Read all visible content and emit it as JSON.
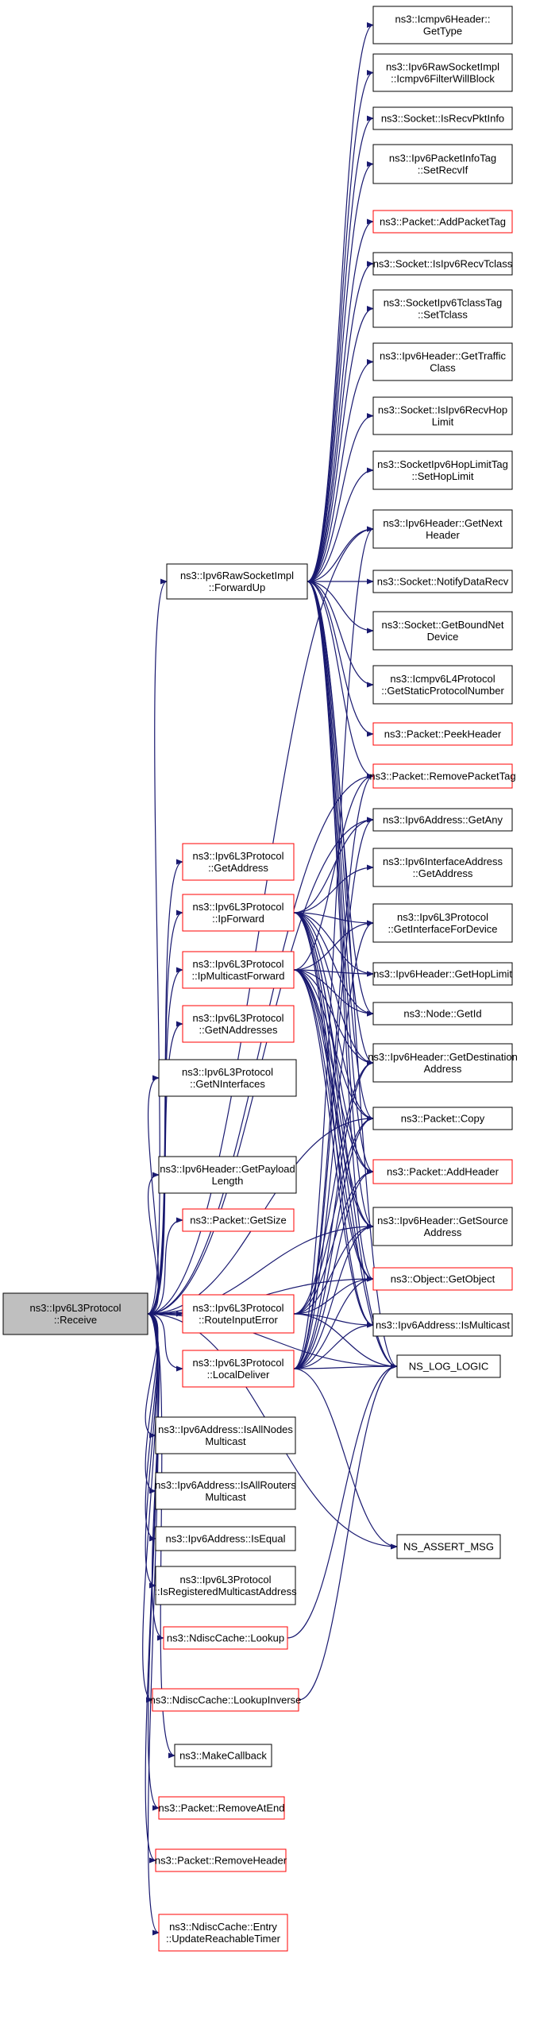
{
  "colors": {
    "edge": "#191970",
    "border_default": "#000000",
    "border_incomplete": "#ff0000",
    "fill_default": "#ffffff",
    "fill_root": "#bfbfbf"
  },
  "nodes": [
    {
      "id": "root",
      "lines": [
        "ns3::Ipv6L3Protocol",
        "::Receive"
      ],
      "style": "root"
    },
    {
      "id": "rsi_fwd",
      "lines": [
        "ns3::Ipv6RawSocketImpl",
        "::ForwardUp"
      ],
      "style": "normal"
    },
    {
      "id": "icmp_gettype",
      "lines": [
        "ns3::Icmpv6Header::",
        "GetType"
      ],
      "style": "normal"
    },
    {
      "id": "rsi_filter",
      "lines": [
        "ns3::Ipv6RawSocketImpl",
        "::Icmpv6FilterWillBlock"
      ],
      "style": "normal"
    },
    {
      "id": "sock_isrecvpktinfo",
      "lines": [
        "ns3::Socket::IsRecvPktInfo"
      ],
      "style": "normal"
    },
    {
      "id": "pktinfotag_setrecvif",
      "lines": [
        "ns3::Ipv6PacketInfoTag",
        "::SetRecvIf"
      ],
      "style": "normal"
    },
    {
      "id": "pkt_addtag",
      "lines": [
        "ns3::Packet::AddPacketTag"
      ],
      "style": "incomplete"
    },
    {
      "id": "sock_isrecvtclass",
      "lines": [
        "ns3::Socket::IsIpv6RecvTclass"
      ],
      "style": "normal"
    },
    {
      "id": "tclasstag_set",
      "lines": [
        "ns3::SocketIpv6TclassTag",
        "::SetTclass"
      ],
      "style": "normal"
    },
    {
      "id": "ipv6h_gettraffic",
      "lines": [
        "ns3::Ipv6Header::GetTraffic",
        "Class"
      ],
      "style": "normal"
    },
    {
      "id": "sock_isrecvhoplimit",
      "lines": [
        "ns3::Socket::IsIpv6RecvHop",
        "Limit"
      ],
      "style": "normal"
    },
    {
      "id": "hoplimittag_set",
      "lines": [
        "ns3::SocketIpv6HopLimitTag",
        "::SetHopLimit"
      ],
      "style": "normal"
    },
    {
      "id": "ipv6h_getnext",
      "lines": [
        "ns3::Ipv6Header::GetNext",
        "Header"
      ],
      "style": "normal"
    },
    {
      "id": "sock_notify",
      "lines": [
        "ns3::Socket::NotifyDataRecv"
      ],
      "style": "normal"
    },
    {
      "id": "sock_getbound",
      "lines": [
        "ns3::Socket::GetBoundNet",
        "Device"
      ],
      "style": "normal"
    },
    {
      "id": "icmp_getproto",
      "lines": [
        "ns3::Icmpv6L4Protocol",
        "::GetStaticProtocolNumber"
      ],
      "style": "normal"
    },
    {
      "id": "pkt_peek",
      "lines": [
        "ns3::Packet::PeekHeader"
      ],
      "style": "incomplete"
    },
    {
      "id": "pkt_removetag",
      "lines": [
        "ns3::Packet::RemovePacketTag"
      ],
      "style": "incomplete"
    },
    {
      "id": "addr_getany",
      "lines": [
        "ns3::Ipv6Address::GetAny"
      ],
      "style": "normal"
    },
    {
      "id": "ifaddr_getaddress",
      "lines": [
        "ns3::Ipv6InterfaceAddress",
        "::GetAddress"
      ],
      "style": "normal"
    },
    {
      "id": "l3_getiface",
      "lines": [
        "ns3::Ipv6L3Protocol",
        "::GetInterfaceForDevice"
      ],
      "style": "normal"
    },
    {
      "id": "ipv6h_gethop",
      "lines": [
        "ns3::Ipv6Header::GetHopLimit"
      ],
      "style": "normal"
    },
    {
      "id": "node_getid",
      "lines": [
        "ns3::Node::GetId"
      ],
      "style": "normal"
    },
    {
      "id": "ipv6h_getdest",
      "lines": [
        "ns3::Ipv6Header::GetDestination",
        "Address"
      ],
      "style": "normal"
    },
    {
      "id": "pkt_copy",
      "lines": [
        "ns3::Packet::Copy"
      ],
      "style": "normal"
    },
    {
      "id": "pkt_addheader",
      "lines": [
        "ns3::Packet::AddHeader"
      ],
      "style": "incomplete"
    },
    {
      "id": "ipv6h_getsrc",
      "lines": [
        "ns3::Ipv6Header::GetSource",
        "Address"
      ],
      "style": "normal"
    },
    {
      "id": "obj_getobject",
      "lines": [
        "ns3::Object::GetObject"
      ],
      "style": "incomplete"
    },
    {
      "id": "addr_ismulticast",
      "lines": [
        "ns3::Ipv6Address::IsMulticast"
      ],
      "style": "normal"
    },
    {
      "id": "ns_log_logic",
      "lines": [
        "NS_LOG_LOGIC"
      ],
      "style": "normal"
    },
    {
      "id": "ns_assert_msg",
      "lines": [
        "NS_ASSERT_MSG"
      ],
      "style": "normal"
    },
    {
      "id": "l3_getaddress",
      "lines": [
        "ns3::Ipv6L3Protocol",
        "::GetAddress"
      ],
      "style": "incomplete"
    },
    {
      "id": "l3_ipforward",
      "lines": [
        "ns3::Ipv6L3Protocol",
        "::IpForward"
      ],
      "style": "incomplete"
    },
    {
      "id": "l3_ipmcast",
      "lines": [
        "ns3::Ipv6L3Protocol",
        "::IpMulticastForward"
      ],
      "style": "incomplete"
    },
    {
      "id": "l3_getnaddr",
      "lines": [
        "ns3::Ipv6L3Protocol",
        "::GetNAddresses"
      ],
      "style": "incomplete"
    },
    {
      "id": "l3_getnif",
      "lines": [
        "ns3::Ipv6L3Protocol",
        "::GetNInterfaces"
      ],
      "style": "normal"
    },
    {
      "id": "ipv6h_getpayload",
      "lines": [
        "ns3::Ipv6Header::GetPayload",
        "Length"
      ],
      "style": "normal"
    },
    {
      "id": "pkt_getsize",
      "lines": [
        "ns3::Packet::GetSize"
      ],
      "style": "incomplete"
    },
    {
      "id": "l3_routeerr",
      "lines": [
        "ns3::Ipv6L3Protocol",
        "::RouteInputError"
      ],
      "style": "incomplete"
    },
    {
      "id": "l3_localdeliver",
      "lines": [
        "ns3::Ipv6L3Protocol",
        "::LocalDeliver"
      ],
      "style": "incomplete"
    },
    {
      "id": "addr_isallnodes",
      "lines": [
        "ns3::Ipv6Address::IsAllNodes",
        "Multicast"
      ],
      "style": "normal"
    },
    {
      "id": "addr_isallrouters",
      "lines": [
        "ns3::Ipv6Address::IsAllRouters",
        "Multicast"
      ],
      "style": "normal"
    },
    {
      "id": "addr_isequal",
      "lines": [
        "ns3::Ipv6Address::IsEqual"
      ],
      "style": "normal"
    },
    {
      "id": "l3_isregmcast",
      "lines": [
        "ns3::Ipv6L3Protocol",
        "::IsRegisteredMulticastAddress"
      ],
      "style": "normal"
    },
    {
      "id": "ndisc_lookup",
      "lines": [
        "ns3::NdiscCache::Lookup"
      ],
      "style": "incomplete"
    },
    {
      "id": "ndisc_lookupinv",
      "lines": [
        "ns3::NdiscCache::LookupInverse"
      ],
      "style": "incomplete"
    },
    {
      "id": "makecallback",
      "lines": [
        "ns3::MakeCallback"
      ],
      "style": "normal"
    },
    {
      "id": "pkt_removeatend",
      "lines": [
        "ns3::Packet::RemoveAtEnd"
      ],
      "style": "incomplete"
    },
    {
      "id": "pkt_removeheader",
      "lines": [
        "ns3::Packet::RemoveHeader"
      ],
      "style": "incomplete"
    },
    {
      "id": "ndisc_entry_update",
      "lines": [
        "ns3::NdiscCache::Entry",
        "::UpdateReachableTimer"
      ],
      "style": "incomplete"
    }
  ],
  "edges": [
    [
      "root",
      "rsi_fwd"
    ],
    [
      "root",
      "l3_getaddress"
    ],
    [
      "root",
      "l3_ipforward"
    ],
    [
      "root",
      "l3_ipmcast"
    ],
    [
      "root",
      "l3_getnaddr"
    ],
    [
      "root",
      "l3_getnif"
    ],
    [
      "root",
      "ipv6h_getpayload"
    ],
    [
      "root",
      "pkt_getsize"
    ],
    [
      "root",
      "l3_routeerr"
    ],
    [
      "root",
      "l3_localdeliver"
    ],
    [
      "root",
      "addr_isallnodes"
    ],
    [
      "root",
      "addr_isallrouters"
    ],
    [
      "root",
      "addr_isequal"
    ],
    [
      "root",
      "l3_isregmcast"
    ],
    [
      "root",
      "ndisc_lookup"
    ],
    [
      "root",
      "ndisc_lookupinv"
    ],
    [
      "root",
      "makecallback"
    ],
    [
      "root",
      "pkt_removeatend"
    ],
    [
      "root",
      "pkt_removeheader"
    ],
    [
      "root",
      "ndisc_entry_update"
    ],
    [
      "root",
      "pkt_copy"
    ],
    [
      "root",
      "ipv6h_getsrc"
    ],
    [
      "root",
      "ns_log_logic"
    ],
    [
      "root",
      "ns_assert_msg"
    ],
    [
      "root",
      "pkt_removetag"
    ],
    [
      "root",
      "addr_getany"
    ],
    [
      "root",
      "ipv6h_getnext"
    ],
    [
      "root",
      "obj_getobject"
    ],
    [
      "rsi_fwd",
      "icmp_gettype"
    ],
    [
      "rsi_fwd",
      "rsi_filter"
    ],
    [
      "rsi_fwd",
      "sock_isrecvpktinfo"
    ],
    [
      "rsi_fwd",
      "pktinfotag_setrecvif"
    ],
    [
      "rsi_fwd",
      "pkt_addtag"
    ],
    [
      "rsi_fwd",
      "sock_isrecvtclass"
    ],
    [
      "rsi_fwd",
      "tclasstag_set"
    ],
    [
      "rsi_fwd",
      "ipv6h_gettraffic"
    ],
    [
      "rsi_fwd",
      "sock_isrecvhoplimit"
    ],
    [
      "rsi_fwd",
      "hoplimittag_set"
    ],
    [
      "rsi_fwd",
      "ipv6h_getnext"
    ],
    [
      "rsi_fwd",
      "sock_notify"
    ],
    [
      "rsi_fwd",
      "sock_getbound"
    ],
    [
      "rsi_fwd",
      "icmp_getproto"
    ],
    [
      "rsi_fwd",
      "pkt_peek"
    ],
    [
      "rsi_fwd",
      "pkt_removetag"
    ],
    [
      "rsi_fwd",
      "ipv6h_getdest"
    ],
    [
      "rsi_fwd",
      "pkt_copy"
    ],
    [
      "rsi_fwd",
      "pkt_addheader"
    ],
    [
      "rsi_fwd",
      "ipv6h_getsrc"
    ],
    [
      "rsi_fwd",
      "obj_getobject"
    ],
    [
      "rsi_fwd",
      "ns_log_logic"
    ],
    [
      "rsi_fwd",
      "node_getid"
    ],
    [
      "l3_ipforward",
      "ifaddr_getaddress"
    ],
    [
      "l3_ipforward",
      "l3_getiface"
    ],
    [
      "l3_ipforward",
      "ipv6h_gethop"
    ],
    [
      "l3_ipforward",
      "node_getid"
    ],
    [
      "l3_ipforward",
      "ipv6h_getdest"
    ],
    [
      "l3_ipforward",
      "pkt_copy"
    ],
    [
      "l3_ipforward",
      "pkt_addheader"
    ],
    [
      "l3_ipforward",
      "ipv6h_getsrc"
    ],
    [
      "l3_ipforward",
      "obj_getobject"
    ],
    [
      "l3_ipforward",
      "addr_ismulticast"
    ],
    [
      "l3_ipforward",
      "ns_log_logic"
    ],
    [
      "l3_ipforward",
      "addr_getany"
    ],
    [
      "l3_ipmcast",
      "pkt_removetag"
    ],
    [
      "l3_ipmcast",
      "l3_getiface"
    ],
    [
      "l3_ipmcast",
      "ipv6h_gethop"
    ],
    [
      "l3_ipmcast",
      "node_getid"
    ],
    [
      "l3_ipmcast",
      "ipv6h_getdest"
    ],
    [
      "l3_ipmcast",
      "pkt_copy"
    ],
    [
      "l3_ipmcast",
      "pkt_addheader"
    ],
    [
      "l3_ipmcast",
      "ipv6h_getsrc"
    ],
    [
      "l3_ipmcast",
      "obj_getobject"
    ],
    [
      "l3_ipmcast",
      "addr_ismulticast"
    ],
    [
      "l3_ipmcast",
      "ns_log_logic"
    ],
    [
      "l3_routeerr",
      "pkt_copy"
    ],
    [
      "l3_routeerr",
      "pkt_addheader"
    ],
    [
      "l3_routeerr",
      "ipv6h_getsrc"
    ],
    [
      "l3_routeerr",
      "obj_getobject"
    ],
    [
      "l3_routeerr",
      "addr_ismulticast"
    ],
    [
      "l3_routeerr",
      "ns_log_logic"
    ],
    [
      "l3_routeerr",
      "ipv6h_getdest"
    ],
    [
      "l3_localdeliver",
      "ipv6h_getnext"
    ],
    [
      "l3_localdeliver",
      "pkt_removetag"
    ],
    [
      "l3_localdeliver",
      "ipv6h_getdest"
    ],
    [
      "l3_localdeliver",
      "pkt_copy"
    ],
    [
      "l3_localdeliver",
      "pkt_addheader"
    ],
    [
      "l3_localdeliver",
      "ipv6h_getsrc"
    ],
    [
      "l3_localdeliver",
      "obj_getobject"
    ],
    [
      "l3_localdeliver",
      "addr_ismulticast"
    ],
    [
      "l3_localdeliver",
      "ns_log_logic"
    ],
    [
      "l3_localdeliver",
      "ns_assert_msg"
    ],
    [
      "l3_localdeliver",
      "addr_getany"
    ],
    [
      "l3_localdeliver",
      "l3_getiface"
    ],
    [
      "ndisc_lookup",
      "ns_log_logic"
    ],
    [
      "ndisc_lookupinv",
      "ns_log_logic"
    ]
  ]
}
